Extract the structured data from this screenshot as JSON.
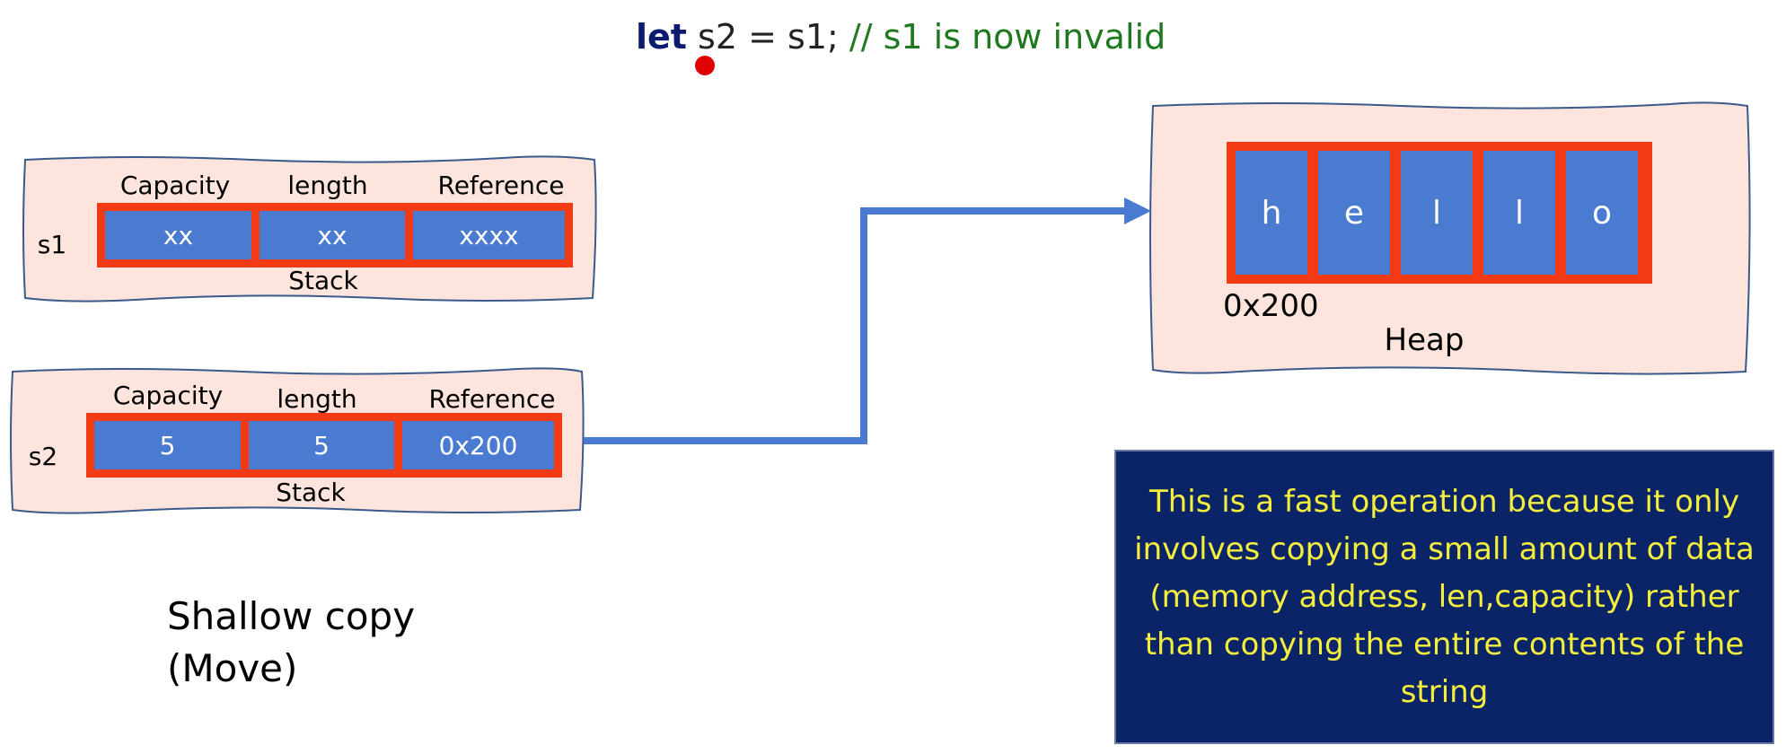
{
  "code": {
    "keyword": "let",
    "statement": " s2 = s1;",
    "comment": " // s1 is now invalid"
  },
  "s1": {
    "var_label": "s1",
    "headers": [
      "Capacity",
      "length",
      "Reference"
    ],
    "values": [
      "xx",
      "xx",
      "xxxx"
    ],
    "region_label": "Stack"
  },
  "s2": {
    "var_label": "s2",
    "headers": [
      "Capacity",
      "length",
      "Reference"
    ],
    "values": [
      "5",
      "5",
      "0x200"
    ],
    "region_label": "Stack"
  },
  "heap": {
    "chars": [
      "h",
      "e",
      "l",
      "l",
      "o"
    ],
    "address": "0x200",
    "region_label": "Heap"
  },
  "note": "This is a fast operation because it only involves copying a small amount of data (memory address, len,capacity) rather than copying the entire contents of the string",
  "caption": "Shallow copy\n(Move)",
  "colors": {
    "panel_fill": "#fde4dc",
    "cell_border": "#f23a14",
    "cell_fill": "#4a7bd0",
    "arrow": "#4a7bd0",
    "note_bg": "#0b2468",
    "note_text": "#f4ee3c"
  }
}
